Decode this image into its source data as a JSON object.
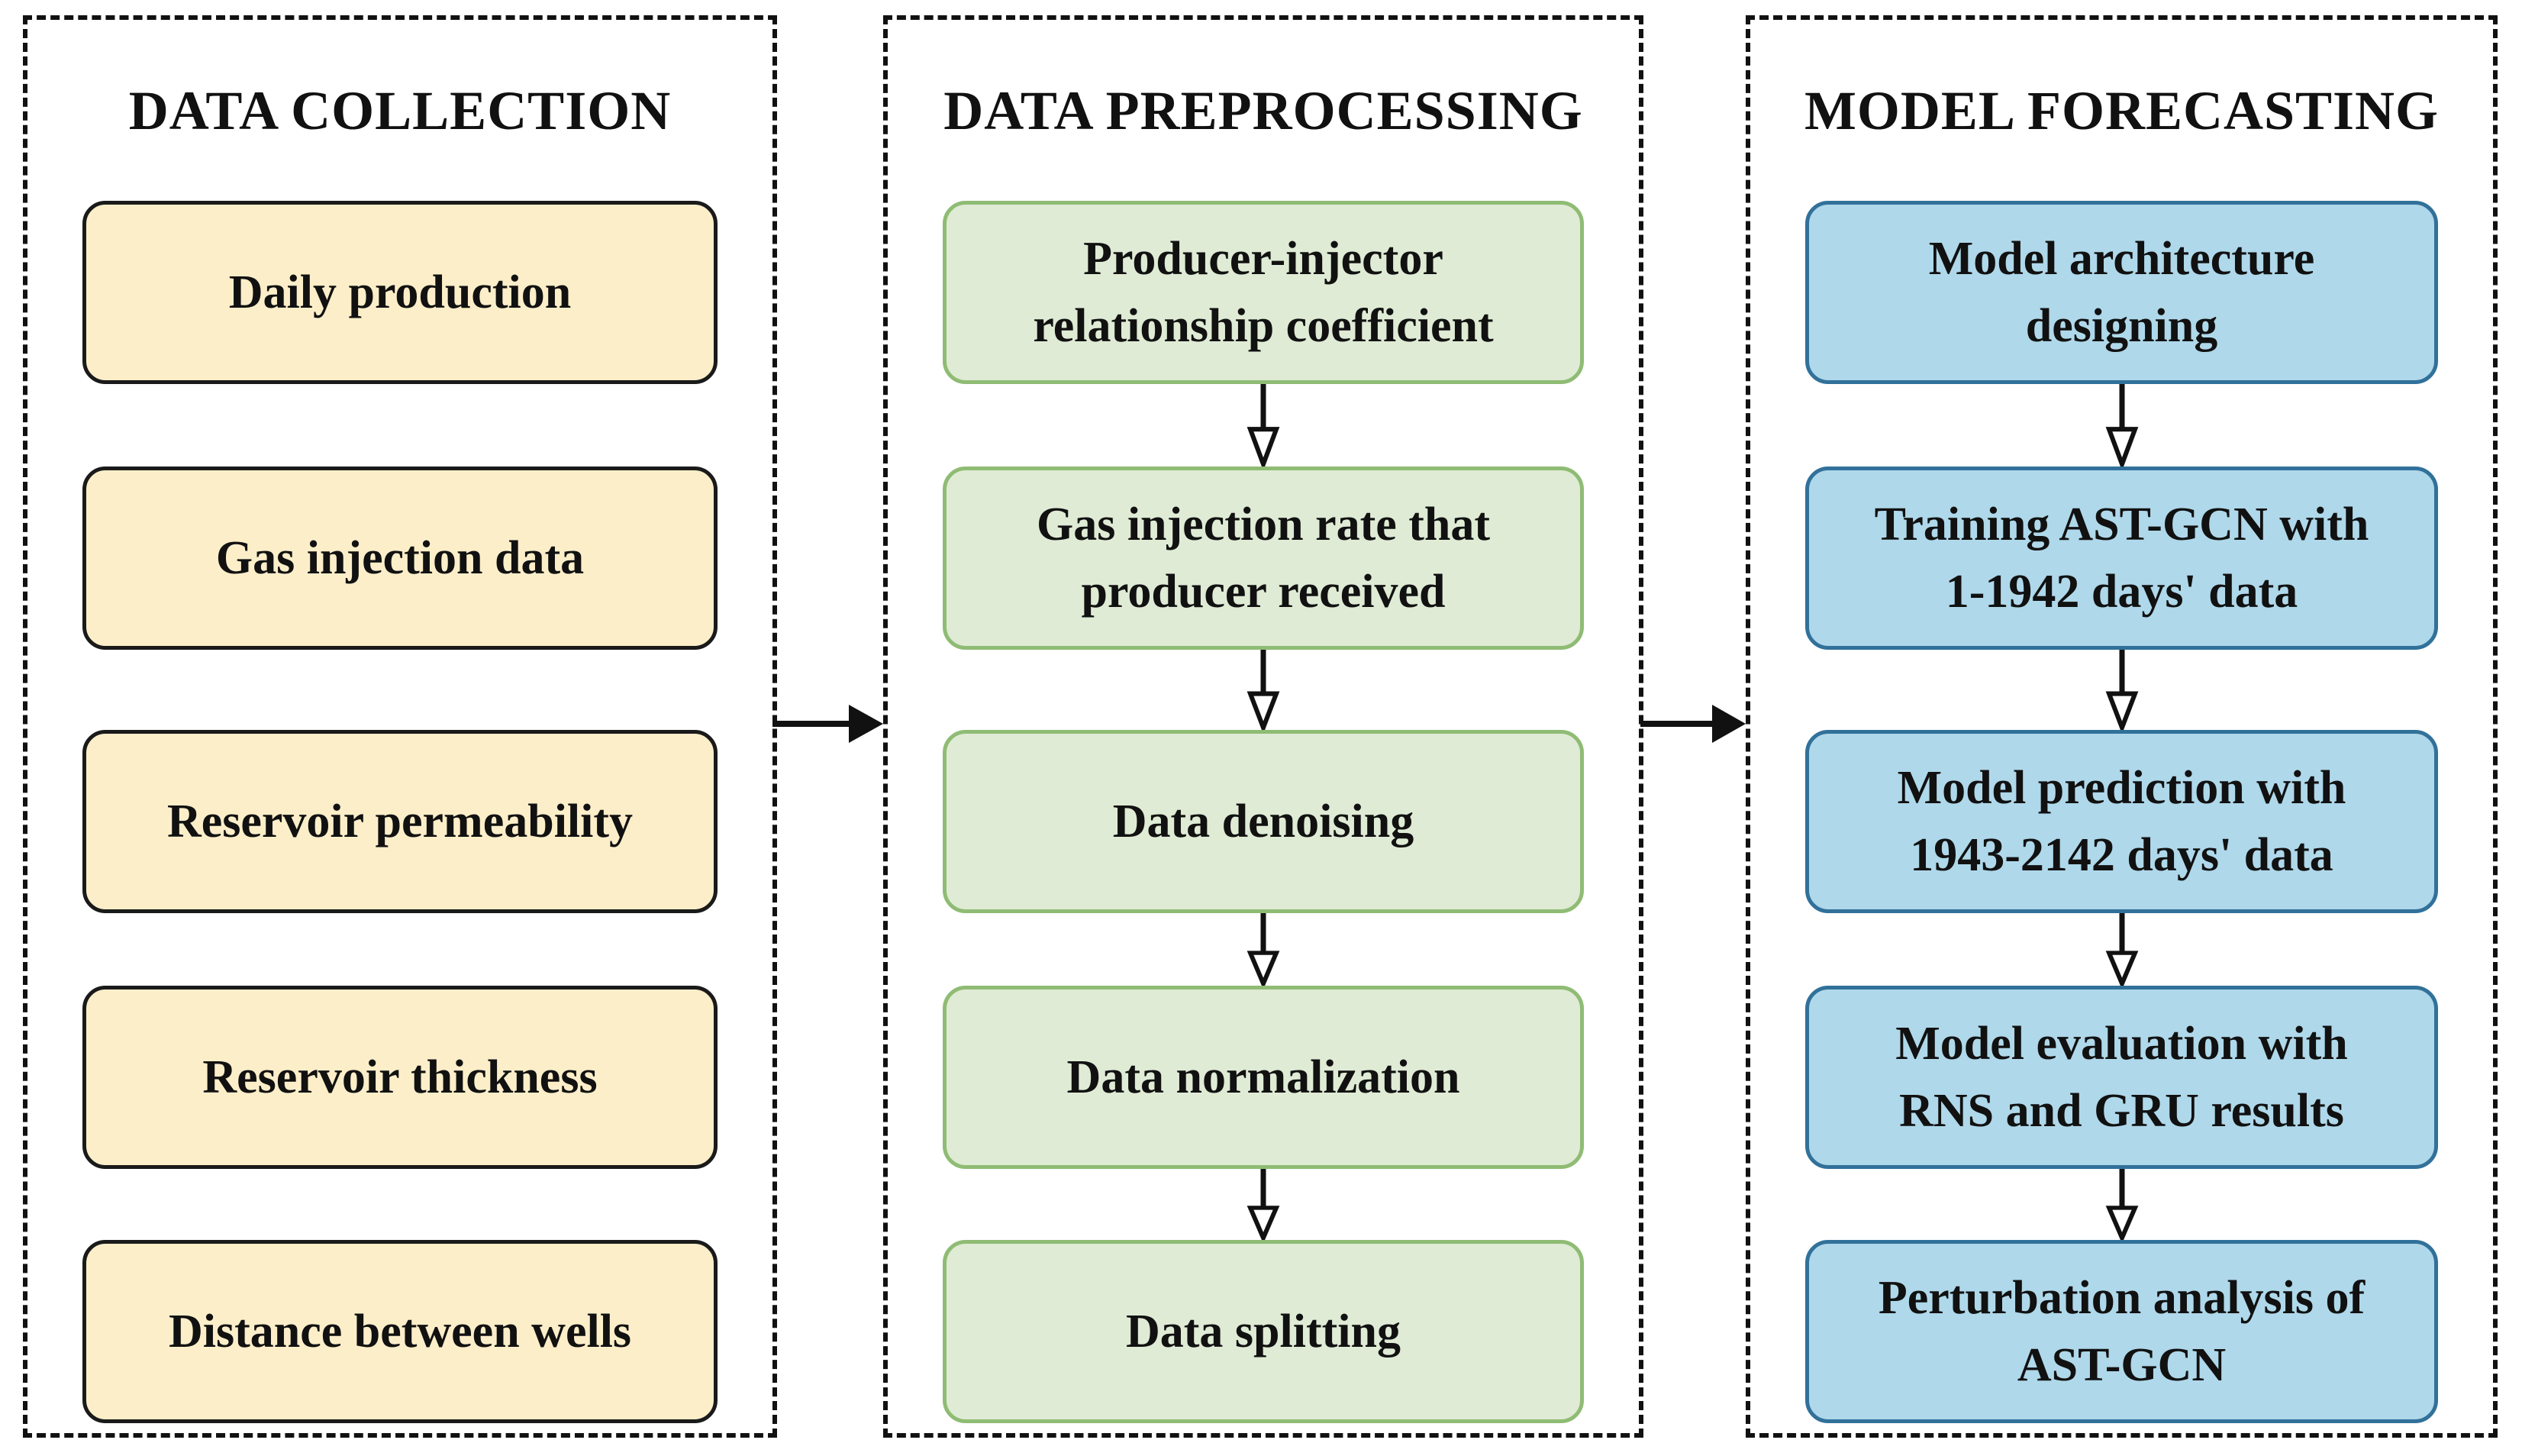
{
  "diagram": {
    "type": "flowchart",
    "flow_direction": "left-to-right, top-to-bottom inside columns",
    "arrow_color": "#111111"
  },
  "columns": [
    {
      "id": "data-collection",
      "title": "DATA COLLECTION",
      "box_fill": "#FBEEC9",
      "box_border": "#1A1A1A",
      "boxes": [
        "Daily production",
        "Gas injection data",
        "Reservoir permeability",
        "Reservoir thickness",
        "Distance between wells"
      ],
      "internal_arrows": false
    },
    {
      "id": "data-preprocessing",
      "title": "DATA PREPROCESSING",
      "box_fill": "#DFEBD5",
      "box_border": "#8FBC74",
      "boxes": [
        "Producer-injector\nrelationship coefficient",
        "Gas injection rate that\nproducer received",
        "Data denoising",
        "Data normalization",
        "Data splitting"
      ],
      "internal_arrows": true
    },
    {
      "id": "model-forecasting",
      "title": "MODEL FORECASTING",
      "box_fill": "#AFD8EA",
      "box_border": "#31719A",
      "boxes": [
        "Model architecture\ndesigning",
        "Training AST-GCN with\n1-1942 days' data",
        "Model prediction with\n1943-2142 days' data",
        "Model evaluation with\nRNS and GRU results",
        "Perturbation analysis of\nAST-GCN"
      ],
      "internal_arrows": true
    }
  ],
  "connectors": [
    {
      "from": "data-collection",
      "to": "data-preprocessing",
      "style": "solid filled right arrow"
    },
    {
      "from": "data-preprocessing",
      "to": "model-forecasting",
      "style": "solid filled right arrow"
    }
  ]
}
